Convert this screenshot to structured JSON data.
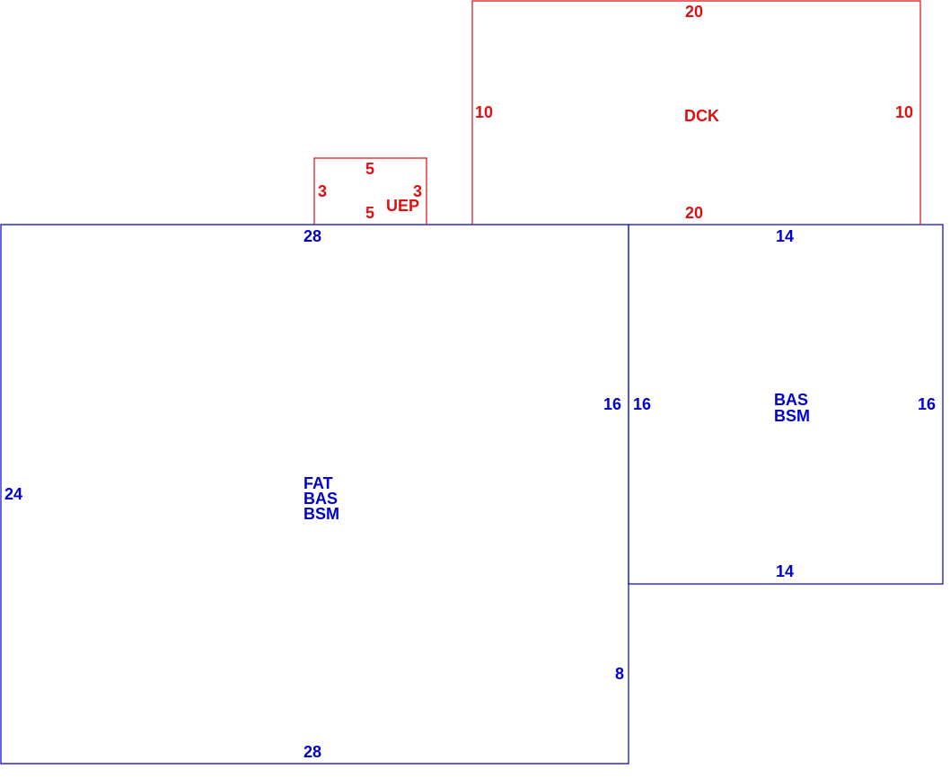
{
  "colors": {
    "living": "#0000cc",
    "exterior": "#dd1111",
    "background": "#ffffff"
  },
  "areas": {
    "main": {
      "codes": [
        "FAT",
        "BAS",
        "BSM"
      ],
      "top": "28",
      "bottom": "28",
      "left": "24",
      "right_upper": "16",
      "right_lower": "8"
    },
    "annex": {
      "codes": [
        "BAS",
        "BSM"
      ],
      "top": "14",
      "bottom": "14",
      "left": "16",
      "right": "16"
    },
    "deck": {
      "code": "DCK",
      "top": "20",
      "bottom": "20",
      "left": "10",
      "right": "10"
    },
    "porch": {
      "code": "UEP",
      "top": "5",
      "bottom": "5",
      "left": "3",
      "right": "3"
    }
  }
}
